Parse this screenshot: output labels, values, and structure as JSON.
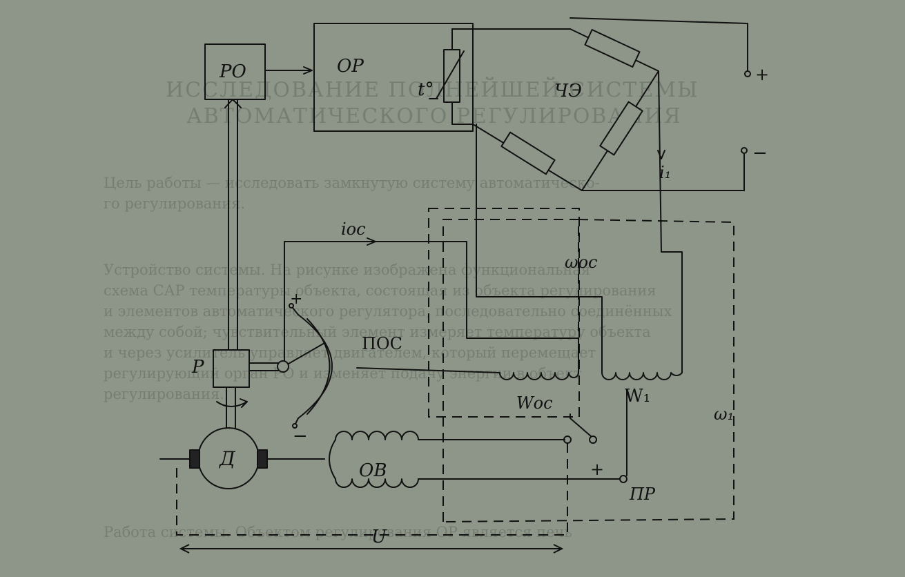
{
  "diagram": {
    "blocks": {
      "po": "РО",
      "op": "ОР",
      "p": "Р",
      "motor": "Д",
      "ov": "ОВ"
    },
    "labels": {
      "t0": "t°",
      "che": "ЧЭ",
      "plus_top": "+",
      "minus_top": "−",
      "i1": "i₁",
      "ioc": "iос",
      "w_oc": "ωос",
      "pos": "ПОС",
      "W_oc": "Wос",
      "W1": "W₁",
      "w1": "ω₁",
      "pot_plus": "+",
      "pot_minus": "−",
      "pr_plus": "+",
      "pr": "ПР",
      "U": "U"
    },
    "background_text": {
      "heading1": "ИССЛЕДОВАНИЕ ПОЛНЕЙШЕЙ СИСТЕМЫ",
      "heading2": "АВТОМАТИЧЕСКОГО РЕГУЛИРОВАНИЯ",
      "lines": [
        "Цель работы — исследовать замкнутую систему автоматическо-",
        "го регулирования.",
        "Устройство системы. На рисунке изображена функциональная",
        "схема САР температуры объекта, состоящая из объекта регулирования",
        "и элементов автоматического регулятора, последовательно соединённых",
        "между собой; чувствительный элемент измеряет температуру объекта",
        "и через усилитель управляет двигателем, который перемещает",
        "регулирующий орган РО и изменяет подачу энергии в объект",
        "регулирования."
      ],
      "bottom": "Работа системы. Объектом регулирования ОР является печь"
    },
    "colors": {
      "ink": "#111111",
      "paper": "#8e9689"
    }
  }
}
